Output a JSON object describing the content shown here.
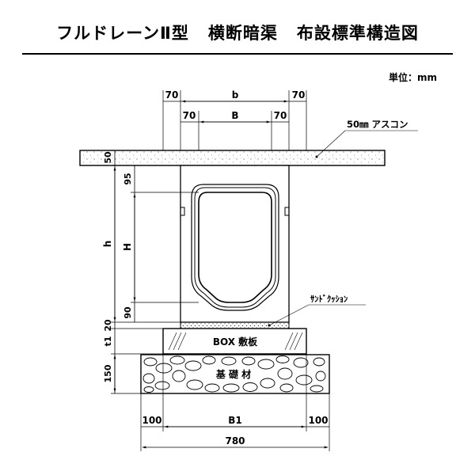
{
  "title": {
    "part1": "フルドレーンⅡ型",
    "part2": "横断暗渠",
    "part3": "布設標準構造図"
  },
  "unit_label": "単位：mm",
  "labels": {
    "asphalt": "50㎜ アスコン",
    "sand_cushion": "ｻﾝﾄﾞｸｯｼｮﾝ",
    "box_slab": "BOX 敷板",
    "foundation": "基 礎 材"
  },
  "dimensions": {
    "top_70_left": "70",
    "top_b": "b",
    "top_70_right": "70",
    "inner_70_left": "70",
    "inner_B": "B",
    "inner_70_right": "70",
    "pave_50": "50",
    "wall_95": "95",
    "height_h": "h",
    "height_H": "H",
    "wall_90": "90",
    "cushion_20": "20",
    "slab_t1": "t1",
    "found_150": "150",
    "bottom_100_left": "100",
    "bottom_B1": "B1",
    "bottom_100_right": "100",
    "total_780": "780"
  }
}
